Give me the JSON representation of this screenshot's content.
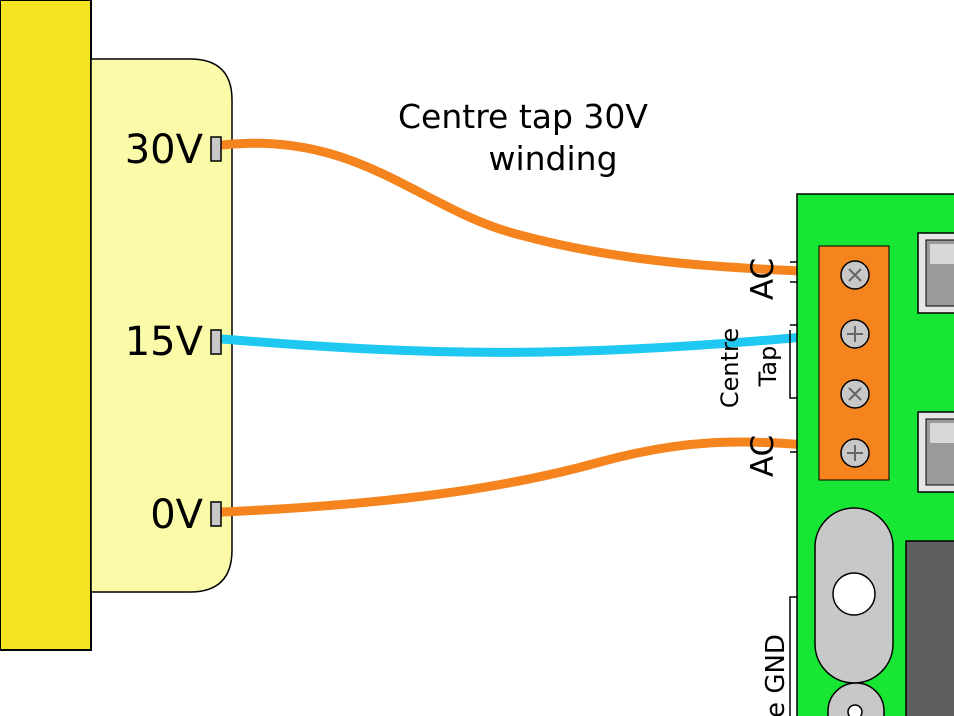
{
  "title": "Centre tap 30V winding",
  "title_lines": [
    "Centre tap 30V",
    "winding"
  ],
  "transformer": {
    "taps": [
      {
        "label": "30V",
        "wire_color": "#f5841f"
      },
      {
        "label": "15V",
        "wire_color": "#1ec8f0"
      },
      {
        "label": "0V",
        "wire_color": "#f5841f"
      }
    ],
    "core_color": "#f4e423",
    "bobbin_color": "#fafaa8"
  },
  "board": {
    "color": "#17e635",
    "terminal_color": "#f5841f",
    "labels": {
      "ac_top": "AC",
      "centre_tap_line1": "Centre",
      "centre_tap_line2": "Tap",
      "ac_bottom": "AC",
      "gnd": "e GND"
    }
  },
  "icons": [
    "screw-terminal-icon",
    "mounting-hole-icon",
    "capacitor-icon"
  ]
}
